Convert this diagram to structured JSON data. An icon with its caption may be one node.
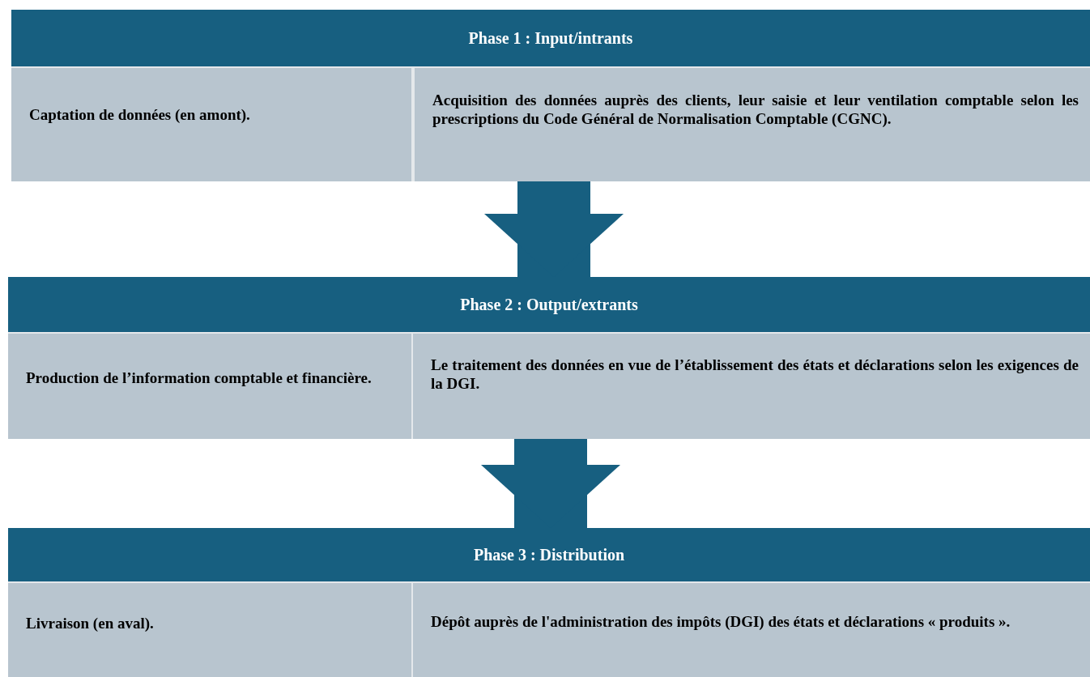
{
  "diagram": {
    "nodes": [
      {
        "text": [
          "Phase 1 : Input/intrants"
        ]
      },
      {
        "text": [
          "Captation de données (en amont)."
        ],
        "in": 0
      },
      {
        "text": [
          "Acquisition des données auprès des clients, leur saisie et leur ventilation comptable selon les prescriptions du Code Général de Normalisation Comptable (CGNC)."
        ],
        "in": 0
      },
      {
        "text": [
          "Phase 2 : Output/extrants"
        ]
      },
      {
        "text": [
          "Production de l’information comptable et financière."
        ],
        "in": 3
      },
      {
        "text": [
          "Le traitement des données en vue de l’établissement des états et déclarations selon les exigences de la DGI."
        ],
        "in": 3
      },
      {
        "text": [
          "Phase 3 : Distribution"
        ]
      },
      {
        "text": [
          "Livraison (en aval)."
        ],
        "in": 6
      },
      {
        "text": [
          "Dépôt auprès de l'administration des impôts (DGI) des états et déclarations « produits »."
        ],
        "in": 6
      }
    ],
    "edges": [
      {
        "from": 0,
        "to": 3,
        "arrow": "to"
      },
      {
        "from": 3,
        "to": 6,
        "arrow": "to"
      }
    ]
  }
}
